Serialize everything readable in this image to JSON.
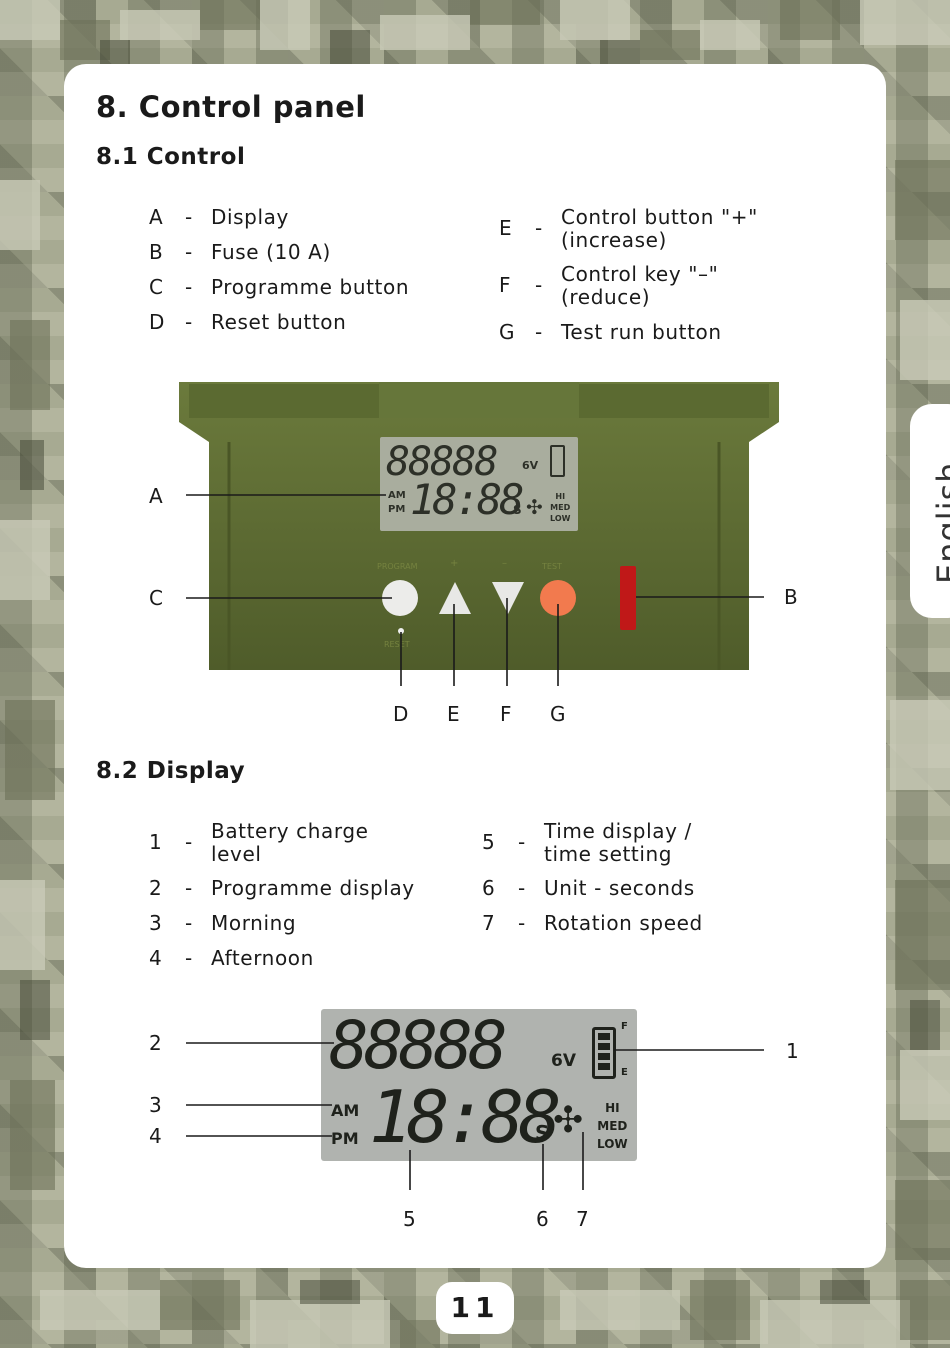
{
  "heading": "8. Control panel",
  "section1": {
    "title": "8.1 Control",
    "items_left": [
      {
        "key": "A",
        "label": "Display"
      },
      {
        "key": "B",
        "label": "Fuse (10 A)"
      },
      {
        "key": "C",
        "label": "Programme button"
      },
      {
        "key": "D",
        "label": "Reset button"
      }
    ],
    "items_right": [
      {
        "key": "E",
        "label": "Control button \"+\" (increase)"
      },
      {
        "key": "F",
        "label": "Control key \"–\" (reduce)"
      },
      {
        "key": "G",
        "label": "Test run button"
      }
    ],
    "panel_labels": {
      "program": "PROGRAM",
      "plus": "+",
      "minus": "–",
      "test": "TEST",
      "reset": "RESET"
    }
  },
  "section2": {
    "title": "8.2 Display",
    "items_left": [
      {
        "key": "1",
        "label": "Battery charge level"
      },
      {
        "key": "2",
        "label": "Programme display"
      },
      {
        "key": "3",
        "label": "Morning"
      },
      {
        "key": "4",
        "label": "Afternoon"
      }
    ],
    "items_right": [
      {
        "key": "5",
        "label": "Time display / time setting"
      },
      {
        "key": "6",
        "label": "Unit - seconds"
      },
      {
        "key": "7",
        "label": "Rotation speed"
      }
    ]
  },
  "lcd": {
    "segments": "88888",
    "voltage": "6V",
    "am": "AM",
    "pm": "PM",
    "time": "18:88",
    "seconds": "S",
    "hi": "HI",
    "med": "MED",
    "low": "LOW",
    "full": "F",
    "empty": "E"
  },
  "side_tab": "English",
  "page_number": "11",
  "colors": {
    "housing": "#5e6b33",
    "test_button": "#f27a4e",
    "fuse": "#c01818",
    "lcd": "#b0b3af"
  }
}
